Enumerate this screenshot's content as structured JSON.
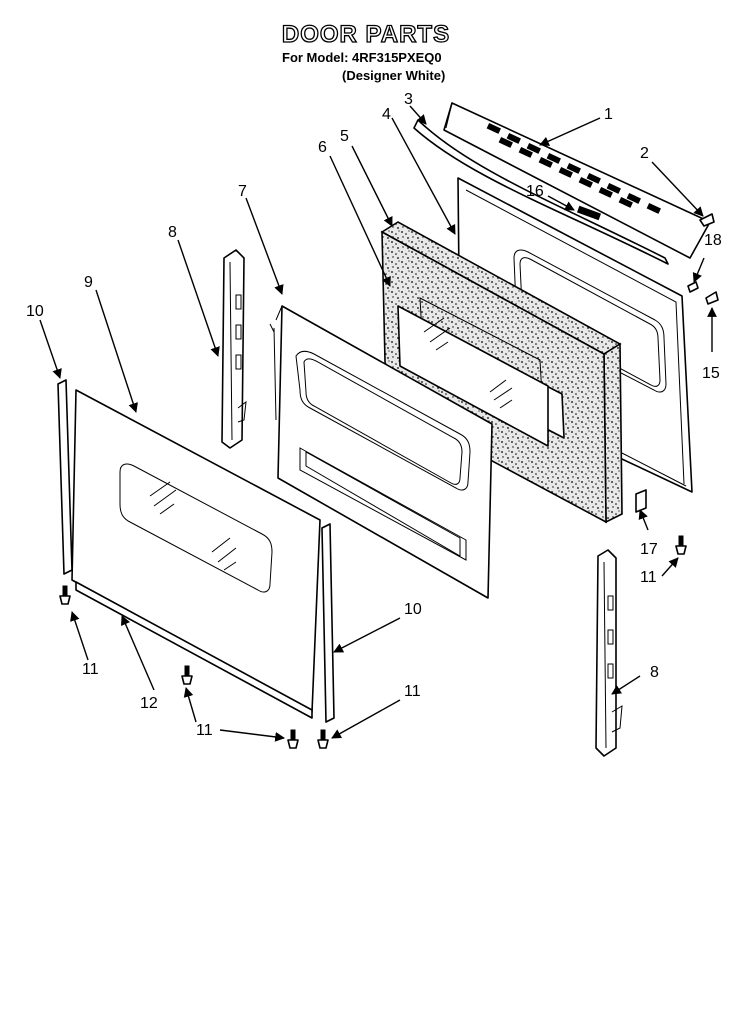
{
  "title": "DOOR PARTS",
  "model_line": "For Model: 4RF315PXEQ0",
  "finish_line": "(Designer White)",
  "callouts": [
    "1",
    "2",
    "3",
    "4",
    "5",
    "6",
    "7",
    "8",
    "8",
    "9",
    "10",
    "10",
    "11",
    "11",
    "11",
    "11",
    "11",
    "12",
    "15",
    "16",
    "17",
    "18"
  ]
}
